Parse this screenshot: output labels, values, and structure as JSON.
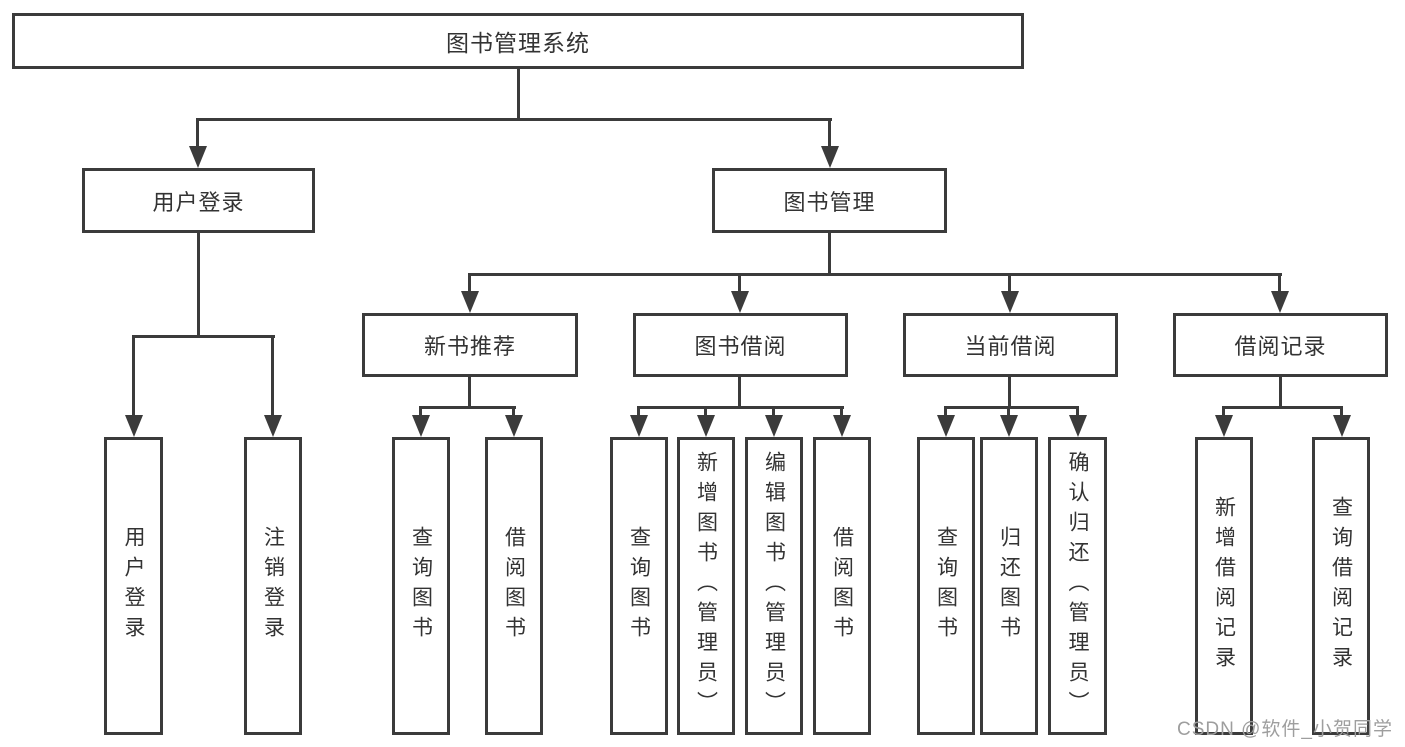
{
  "diagram_type": "hierarchy-tree",
  "tree": {
    "label": "图书管理系统",
    "children": [
      {
        "label": "用户登录",
        "children": [
          {
            "label": "用户登录"
          },
          {
            "label": "注销登录"
          }
        ]
      },
      {
        "label": "图书管理",
        "children": [
          {
            "label": "新书推荐",
            "children": [
              {
                "label": "查询图书"
              },
              {
                "label": "借阅图书"
              }
            ]
          },
          {
            "label": "图书借阅",
            "children": [
              {
                "label": "查询图书"
              },
              {
                "label": "新增图书（管理员）"
              },
              {
                "label": "编辑图书（管理员）"
              },
              {
                "label": "借阅图书"
              }
            ]
          },
          {
            "label": "当前借阅",
            "children": [
              {
                "label": "查询图书"
              },
              {
                "label": "归还图书"
              },
              {
                "label": "确认归还（管理员）"
              }
            ]
          },
          {
            "label": "借阅记录",
            "children": [
              {
                "label": "新增借阅记录"
              },
              {
                "label": "查询借阅记录"
              }
            ]
          }
        ]
      }
    ]
  },
  "watermark": {
    "text": "CSDN @软件_小贺同学"
  },
  "colors": {
    "line": "#3b3b3b",
    "text": "#333333",
    "background": "#ffffff",
    "watermark": "#9e9e9e"
  }
}
